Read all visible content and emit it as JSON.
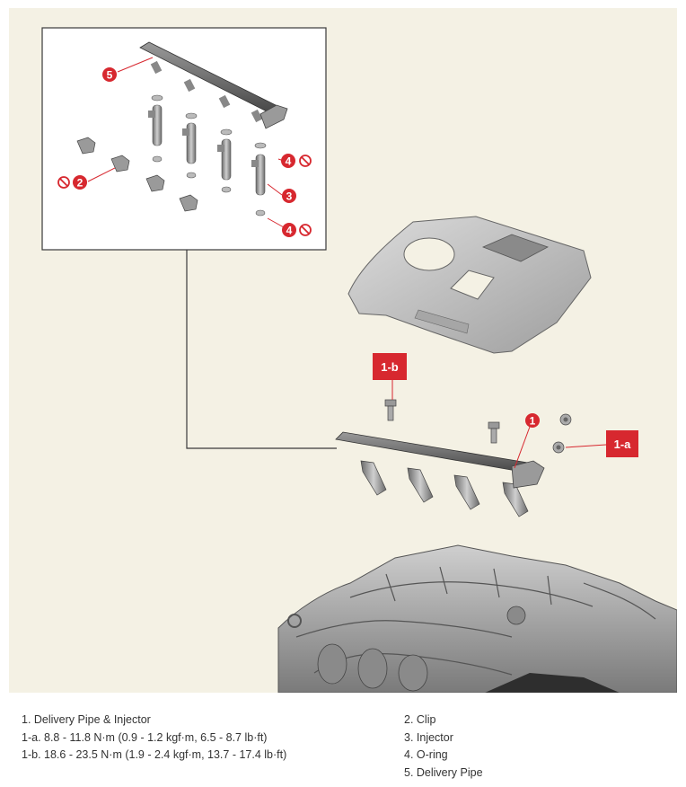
{
  "colors": {
    "background": "#f4f1e4",
    "callout_red": "#d7282f",
    "leader_line": "#d7282f",
    "inset_border": "#3a3a3a",
    "part_gray": "#8f8f8f",
    "part_dark": "#4a4a4a"
  },
  "callouts": {
    "c1": "1",
    "c1a": "1-a",
    "c1b": "1-b",
    "c2": "2",
    "c3": "3",
    "c4_top": "4",
    "c4_bottom": "4",
    "c5": "5"
  },
  "icons": {
    "prohibit": "no-reuse-icon"
  },
  "legend": {
    "left": [
      "1. Delivery Pipe & Injector",
      "1-a. 8.8 - 11.8 N·m (0.9 - 1.2 kgf·m, 6.5 - 8.7 lb·ft)",
      "1-b. 18.6 - 23.5 N·m (1.9 - 2.4 kgf·m, 13.7 - 17.4 lb·ft)"
    ],
    "right": [
      "2. Clip",
      "3. Injector",
      "4. O-ring",
      "5. Delivery Pipe"
    ]
  }
}
